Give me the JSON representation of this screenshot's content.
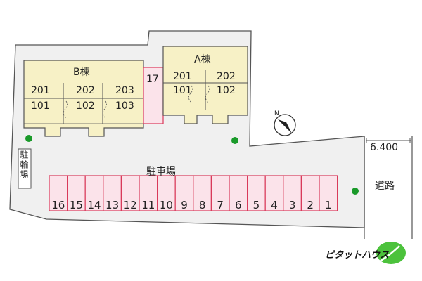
{
  "building_a": {
    "name": "A棟",
    "units_upper": [
      "201",
      "202"
    ],
    "units_lower": [
      "101",
      "102"
    ]
  },
  "building_b": {
    "name": "B棟",
    "units_upper": [
      "201",
      "202",
      "203"
    ],
    "units_lower": [
      "101",
      "102",
      "103"
    ]
  },
  "parking": {
    "label": "駐車場",
    "space_17": "17",
    "spaces": [
      "16",
      "15",
      "14",
      "13",
      "12",
      "11",
      "10",
      "9",
      "8",
      "7",
      "6",
      "5",
      "4",
      "3",
      "2",
      "1"
    ]
  },
  "bicycle_parking": "駐輪場",
  "road": {
    "label": "道路",
    "width": "6.400"
  },
  "brand": "ピタットハウス",
  "colors": {
    "building_fill": "#f7f1c6",
    "parking_fill": "#fbe3ea",
    "parking_stroke": "#d93a5a",
    "tree": "#1a9a2a",
    "logo_green": "#4cc23c"
  },
  "icons": [
    "north-arrow-icon",
    "tree-icon",
    "logo-leaf-icon"
  ]
}
